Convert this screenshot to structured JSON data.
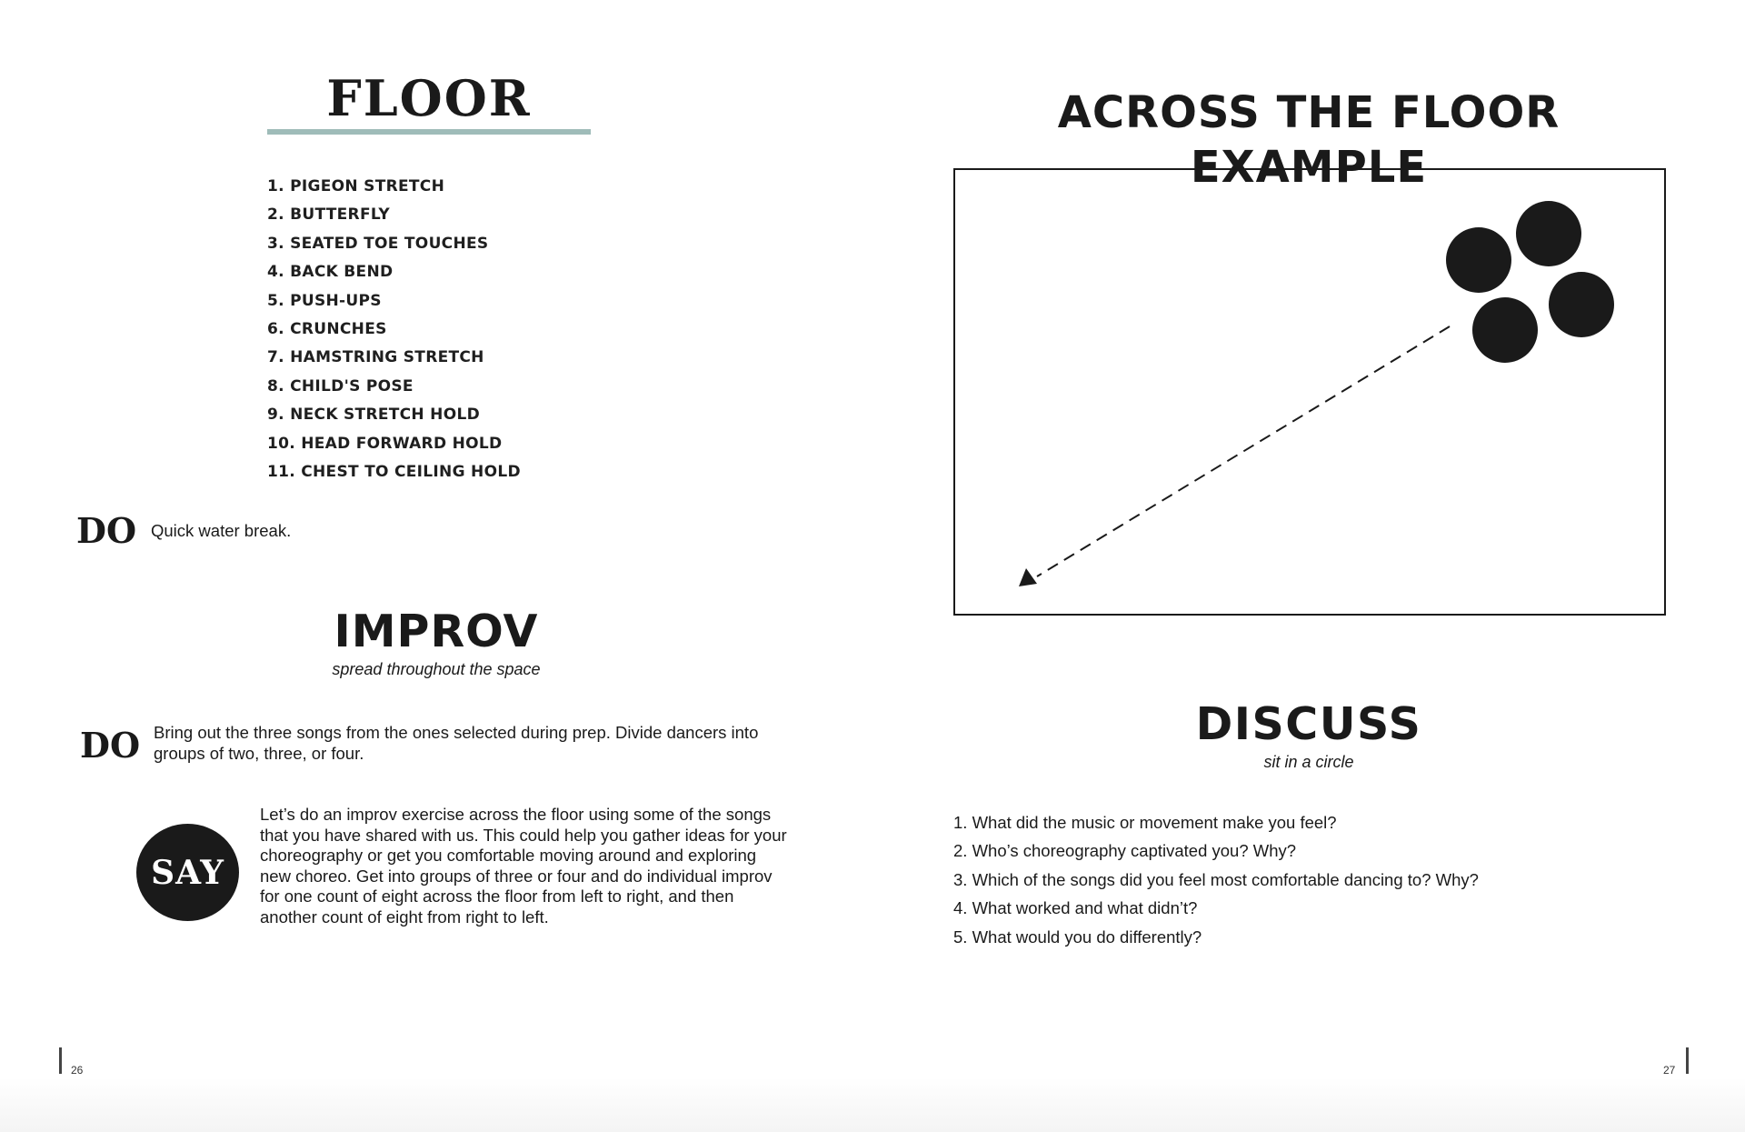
{
  "left_page": {
    "floor": {
      "title": "FLOOR",
      "stretches": [
        "1. PIGEON STRETCH",
        "2. BUTTERFLY",
        "3. SEATED TOE TOUCHES",
        "4. BACK BEND",
        "5. PUSH-UPS",
        "6. CRUNCHES",
        "7. HAMSTRING STRETCH",
        "8. CHILD'S POSE",
        "9. NECK STRETCH HOLD",
        "10. HEAD FORWARD HOLD",
        "11. CHEST TO CEILING HOLD"
      ]
    },
    "do_water": {
      "tag": "DO",
      "text": "Quick water break."
    },
    "improv": {
      "title": "IMPROV",
      "subtitle": "spread throughout the space",
      "do_tag": "DO",
      "do_lines": [
        "Bring out the three songs from the ones selected during prep. Divide dancers into",
        "groups of two, three, or four."
      ],
      "say_tag": "SAY",
      "say_lines": [
        "Let’s do an improv exercise across the floor using some of the songs",
        "that you have shared with us. This could help you gather ideas for your",
        "choreography or get you comfortable moving around and exploring",
        "new choreo. Get into groups of three or four and do individual improv",
        "for one count of eight across the floor from left to right, and then",
        "another count of eight from right to left."
      ]
    },
    "page_number": "26"
  },
  "right_page": {
    "example": {
      "title": "ACROSS THE FLOOR EXAMPLE"
    },
    "discuss": {
      "title": "DISCUSS",
      "subtitle": "sit in a circle",
      "questions": [
        "1. What did the music or movement make you feel?",
        "2. Who’s choreography captivated you? Why?",
        "3. Which of the songs did you feel most comfortable dancing to? Why?",
        "4. What worked and what didn’t?",
        "5. What would you do differently?"
      ]
    },
    "page_number": "27"
  },
  "colors": {
    "accent_rule": "#9fbcb9",
    "ink": "#1a1a1a",
    "badge_fill": "#1a1a1a"
  }
}
